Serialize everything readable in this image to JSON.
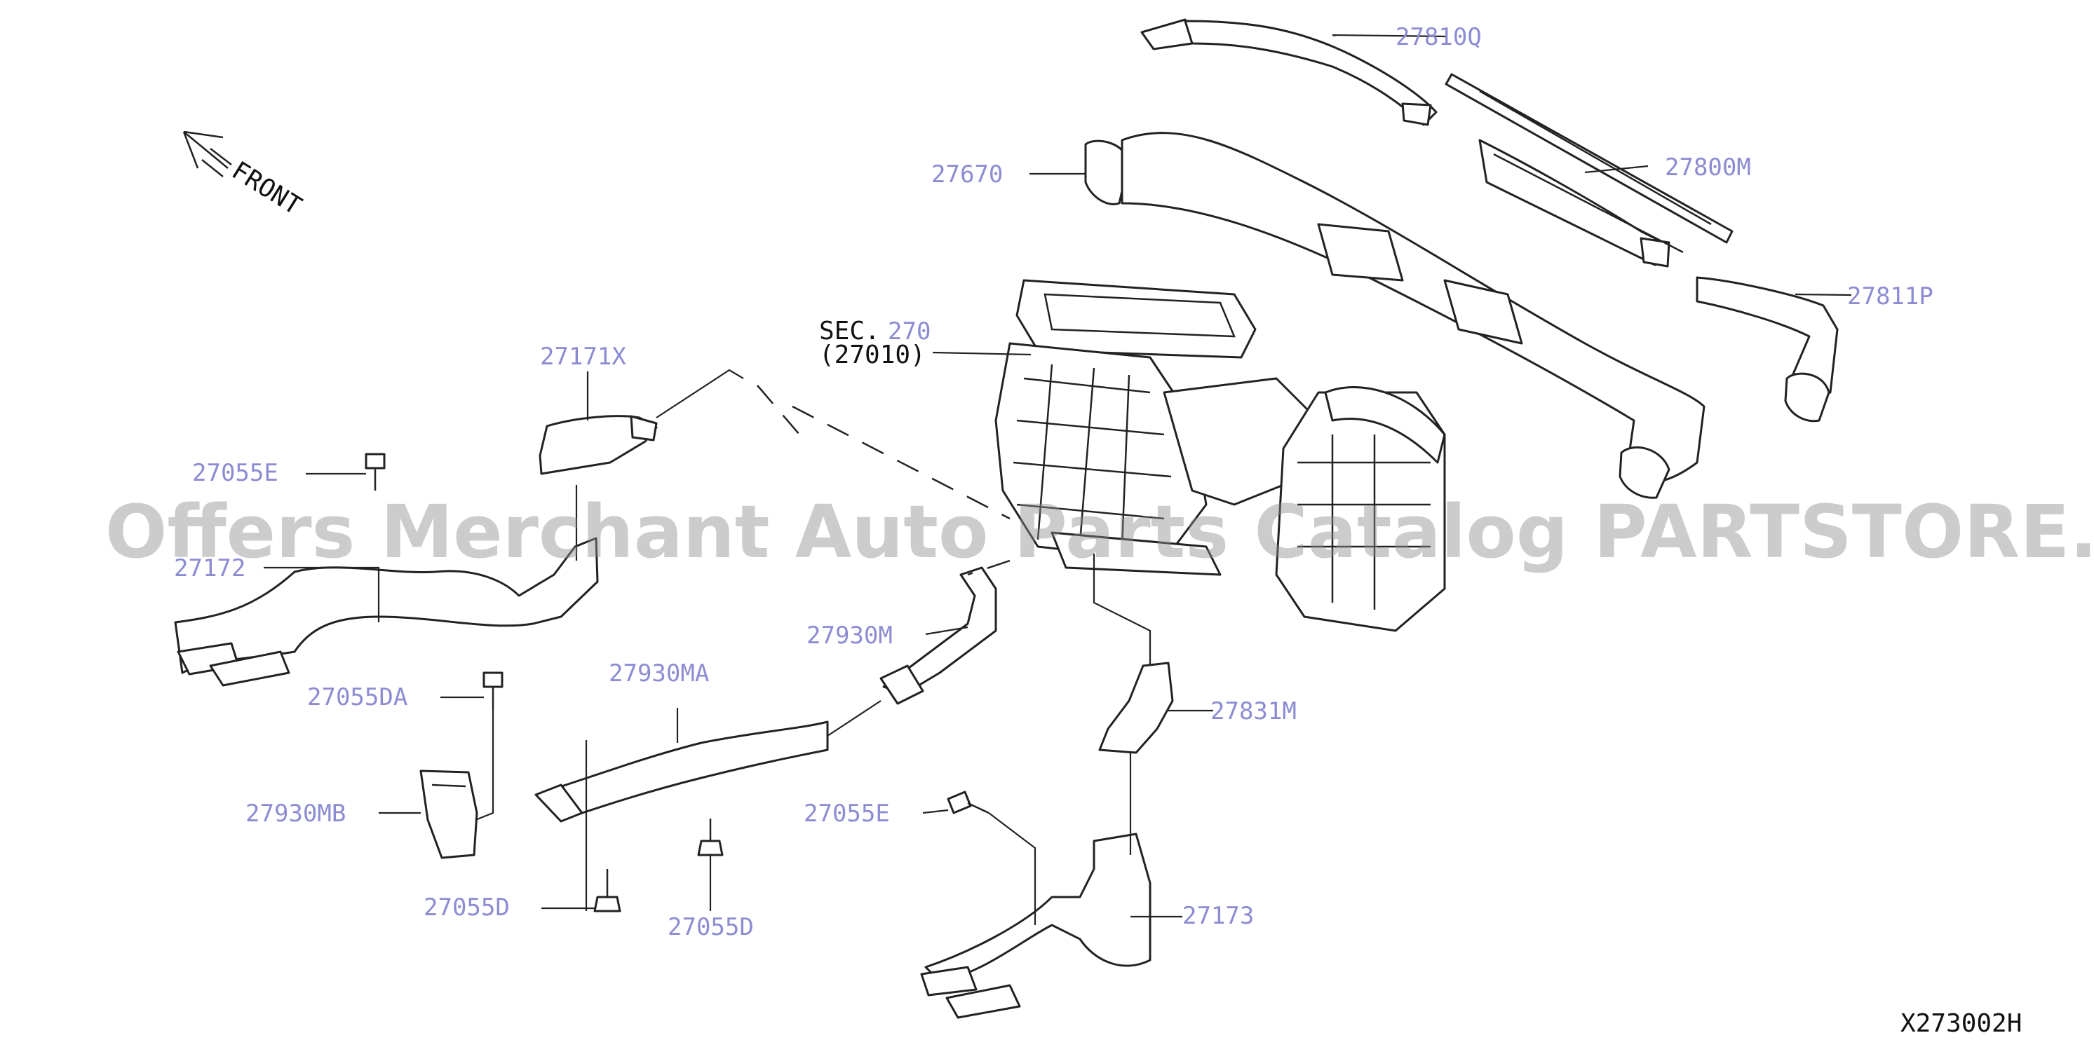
{
  "diagram": {
    "code": "X273002H",
    "direction_label": "FRONT",
    "section_ref": {
      "prefix": "SEC.",
      "number": "270",
      "sub": "(27010)"
    },
    "part_labels": {
      "p27810Q": "27810Q",
      "p27800M": "27800M",
      "p27670": "27670",
      "p27811P": "27811P",
      "p27171X": "27171X",
      "p27055E_upper": "27055E",
      "p27172": "27172",
      "p27930M": "27930M",
      "p27930MA": "27930MA",
      "p27055DA": "27055DA",
      "p27831M": "27831M",
      "p27930MB": "27930MB",
      "p27055E_lower": "27055E",
      "p27055D_left": "27055D",
      "p27055D_right": "27055D",
      "p27173": "27173"
    },
    "watermark": "Offers Merchant Auto Parts Catalog PARTSTORE.SA",
    "colors": {
      "label": "#8c8cd2",
      "line": "#222222",
      "watermark": "#8f8f8f"
    }
  }
}
